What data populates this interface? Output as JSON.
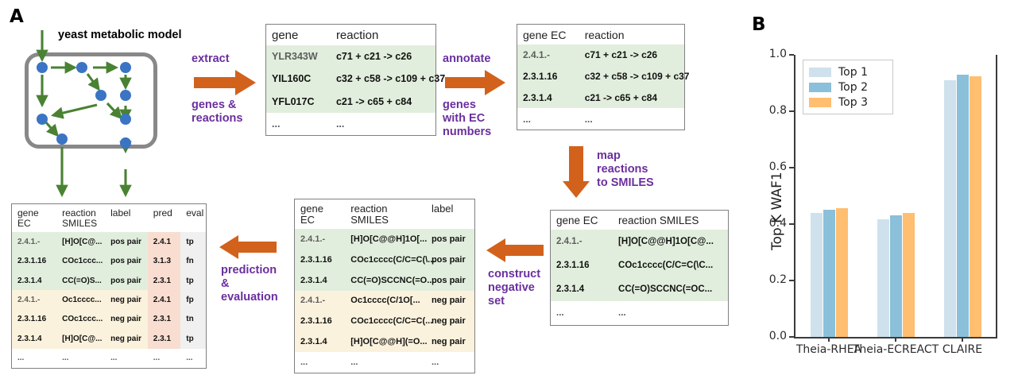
{
  "panels": {
    "a_letter": "A",
    "b_letter": "B"
  },
  "diagram": {
    "network_title": "yeast metabolic model",
    "steps": [
      {
        "id": "extract",
        "above": "extract",
        "below": "genes &\nreactions"
      },
      {
        "id": "annotate",
        "above": "annotate",
        "below": "genes\nwith EC\nnumbers"
      },
      {
        "id": "map",
        "above": "",
        "below": "map\nreactions\nto SMILES"
      },
      {
        "id": "construct",
        "above": "",
        "below": "construct\nnegative\nset"
      },
      {
        "id": "predict",
        "above": "",
        "below": "prediction\n&\nevaluation"
      }
    ],
    "arrow_color": "#d2611c",
    "label_color": "#6a2f9e",
    "node_color": "#3b74c4",
    "edge_color": "#4a8233",
    "membrane_color": "#888888"
  },
  "tables": {
    "gene_reaction": {
      "id": "gene-reaction",
      "headers": [
        "gene",
        "reaction"
      ],
      "rows": [
        {
          "style": "green",
          "muted": true,
          "cells": [
            "YLR343W",
            "c71 + c21 -> c26"
          ]
        },
        {
          "style": "green",
          "muted": false,
          "cells": [
            "YIL160C",
            "c32 + c58 -> c109 + c37"
          ]
        },
        {
          "style": "green",
          "muted": false,
          "cells": [
            "YFL017C",
            "c21 -> c65 + c84"
          ]
        },
        {
          "style": "plain",
          "muted": false,
          "cells": [
            "...",
            "..."
          ]
        }
      ]
    },
    "ec_reaction": {
      "id": "ec-reaction",
      "headers": [
        "gene EC",
        "reaction"
      ],
      "rows": [
        {
          "style": "green",
          "muted": true,
          "cells": [
            "2.4.1.-",
            "c71 + c21 -> c26"
          ]
        },
        {
          "style": "green",
          "muted": false,
          "cells": [
            "2.3.1.16",
            "c32 + c58 -> c109 + c37"
          ]
        },
        {
          "style": "green",
          "muted": false,
          "cells": [
            "2.3.1.4",
            "c21 -> c65 + c84"
          ]
        },
        {
          "style": "plain",
          "muted": false,
          "cells": [
            "...",
            "..."
          ]
        }
      ]
    },
    "ec_smiles": {
      "id": "ec-smiles",
      "headers": [
        "gene EC",
        "reaction SMILES"
      ],
      "rows": [
        {
          "style": "green",
          "muted": true,
          "cells": [
            "2.4.1.-",
            "[H]O[C@@H]1O[C@..."
          ]
        },
        {
          "style": "green",
          "muted": false,
          "cells": [
            "2.3.1.16",
            "COc1cccc(C/C=C(\\C..."
          ]
        },
        {
          "style": "green",
          "muted": false,
          "cells": [
            "2.3.1.4",
            "CC(=O)SCCNC(=OC..."
          ]
        },
        {
          "style": "plain",
          "muted": false,
          "cells": [
            "...",
            "..."
          ]
        }
      ]
    },
    "labeled": {
      "id": "labeled",
      "headers": [
        "gene\nEC",
        "reaction\nSMILES",
        "label"
      ],
      "rows": [
        {
          "style": "green",
          "muted": true,
          "cells": [
            "2.4.1.-",
            "[H]O[C@@H]1O[...",
            "pos pair"
          ]
        },
        {
          "style": "green",
          "muted": false,
          "cells": [
            "2.3.1.16",
            "COc1cccc(C/C=C(\\...",
            "pos pair"
          ]
        },
        {
          "style": "green",
          "muted": false,
          "cells": [
            "2.3.1.4",
            "CC(=O)SCCNC(=O...",
            "pos pair"
          ]
        },
        {
          "style": "cream",
          "muted": true,
          "cells": [
            "2.4.1.-",
            "Oc1cccc(C/1O[...",
            "neg pair"
          ]
        },
        {
          "style": "cream",
          "muted": false,
          "cells": [
            "2.3.1.16",
            "COc1cccc(C/C=C(...",
            "neg pair"
          ]
        },
        {
          "style": "cream",
          "muted": false,
          "cells": [
            "2.3.1.4",
            "[H]O[C@@H](=O...",
            "neg pair"
          ]
        },
        {
          "style": "plain",
          "muted": false,
          "cells": [
            "...",
            "...",
            "..."
          ]
        }
      ]
    },
    "evaluation": {
      "id": "eval",
      "headers": [
        "gene\nEC",
        "reaction\nSMILES",
        "label",
        "pred",
        "eval"
      ],
      "rows": [
        {
          "style": "green",
          "muted": true,
          "cells": [
            "2.4.1.-",
            "[H]O[C@...",
            "pos pair",
            "2.4.1",
            "tp"
          ]
        },
        {
          "style": "green",
          "muted": false,
          "cells": [
            "2.3.1.16",
            "COc1ccc...",
            "pos pair",
            "3.1.3",
            "fn"
          ]
        },
        {
          "style": "green",
          "muted": false,
          "cells": [
            "2.3.1.4",
            "CC(=O)S...",
            "pos pair",
            "2.3.1",
            "tp"
          ]
        },
        {
          "style": "cream",
          "muted": true,
          "cells": [
            "2.4.1.-",
            "Oc1cccc...",
            "neg pair",
            "2.4.1",
            "fp"
          ]
        },
        {
          "style": "cream",
          "muted": false,
          "cells": [
            "2.3.1.16",
            "COc1ccc...",
            "neg pair",
            "2.3.1",
            "tn"
          ]
        },
        {
          "style": "cream",
          "muted": false,
          "cells": [
            "2.3.1.4",
            "[H]O[C@...",
            "neg pair",
            "2.3.1",
            "tp"
          ]
        },
        {
          "style": "plain",
          "muted": false,
          "cells": [
            "...",
            "...",
            "...",
            "...",
            "..."
          ]
        }
      ]
    }
  },
  "chart_data": {
    "type": "bar",
    "title": "",
    "xlabel": "",
    "ylabel": "Top K WAF1",
    "ylim": [
      0.0,
      1.0
    ],
    "yticks": [
      "0.0",
      "0.2",
      "0.4",
      "0.6",
      "0.8",
      "1.0"
    ],
    "ytick_values": [
      0.0,
      0.2,
      0.4,
      0.6,
      0.8,
      1.0
    ],
    "grid": false,
    "legend_position": "upper left",
    "categories": [
      "Theia-RHEA",
      "Theia-ECREACT",
      "CLAIRE"
    ],
    "series": [
      {
        "name": "Top 1",
        "color": "#cfe1ec",
        "values": [
          0.44,
          0.418,
          0.911
        ]
      },
      {
        "name": "Top 2",
        "color": "#8ac0da",
        "values": [
          0.452,
          0.431,
          0.929
        ]
      },
      {
        "name": "Top 3",
        "color": "#ffbe70",
        "values": [
          0.457,
          0.44,
          0.923
        ]
      }
    ]
  }
}
